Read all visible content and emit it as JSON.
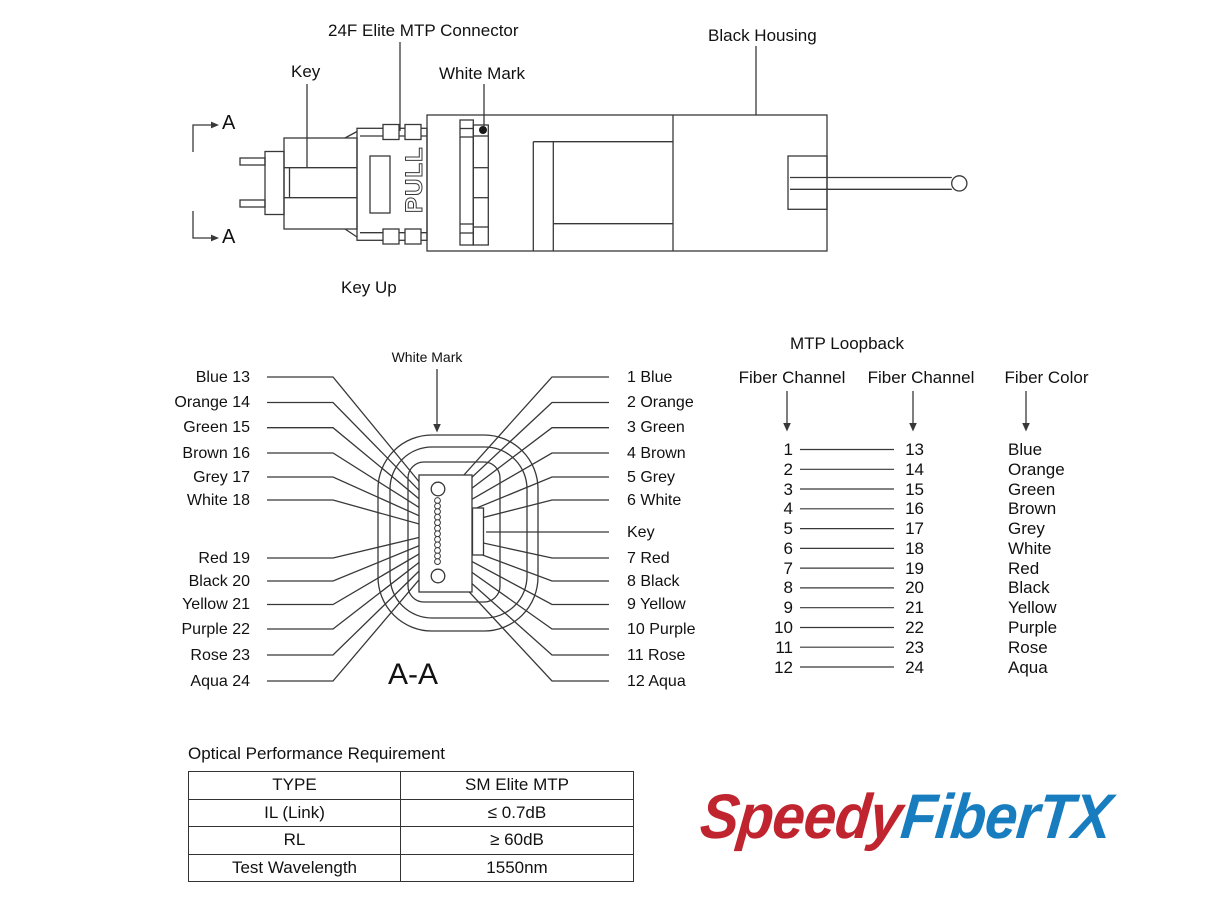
{
  "top_view": {
    "connector_label": "24F Elite MTP Connector",
    "key_label": "Key",
    "white_mark_label": "White Mark",
    "black_housing_label": "Black Housing",
    "key_up_label": "Key Up",
    "pull_text": "PULL",
    "section_marker_top": "A",
    "section_marker_bottom": "A"
  },
  "cross_section": {
    "white_mark_label": "White Mark",
    "section_title": "A-A",
    "key_label": "Key",
    "left_labels": [
      "Blue 13",
      "Orange 14",
      "Green 15",
      "Brown 16",
      "Grey 17",
      "White 18",
      "Red 19",
      "Black 20",
      "Yellow 21",
      "Purple 22",
      "Rose 23",
      "Aqua 24"
    ],
    "right_labels": [
      "1 Blue",
      "2 Orange",
      "3 Green",
      "4 Brown",
      "5 Grey",
      "6 White",
      "7 Red",
      "8 Black",
      "9 Yellow",
      "10 Purple",
      "11 Rose",
      "12 Aqua"
    ]
  },
  "loopback_table": {
    "title": "MTP Loopback",
    "col1_header": "Fiber Channel",
    "col2_header": "Fiber Channel",
    "col3_header": "Fiber Color",
    "rows": [
      {
        "ch_a": "1",
        "ch_b": "13",
        "color": "Blue"
      },
      {
        "ch_a": "2",
        "ch_b": "14",
        "color": "Orange"
      },
      {
        "ch_a": "3",
        "ch_b": "15",
        "color": "Green"
      },
      {
        "ch_a": "4",
        "ch_b": "16",
        "color": "Brown"
      },
      {
        "ch_a": "5",
        "ch_b": "17",
        "color": "Grey"
      },
      {
        "ch_a": "6",
        "ch_b": "18",
        "color": "White"
      },
      {
        "ch_a": "7",
        "ch_b": "19",
        "color": "Red"
      },
      {
        "ch_a": "8",
        "ch_b": "20",
        "color": "Black"
      },
      {
        "ch_a": "9",
        "ch_b": "21",
        "color": "Yellow"
      },
      {
        "ch_a": "10",
        "ch_b": "22",
        "color": "Purple"
      },
      {
        "ch_a": "11",
        "ch_b": "23",
        "color": "Rose"
      },
      {
        "ch_a": "12",
        "ch_b": "24",
        "color": "Aqua"
      }
    ]
  },
  "performance_table": {
    "title": "Optical Performance Requirement",
    "rows": [
      {
        "param": "TYPE",
        "value": "SM Elite MTP"
      },
      {
        "param": "IL (Link)",
        "value": "≤ 0.7dB"
      },
      {
        "param": "RL",
        "value": "≥ 60dB"
      },
      {
        "param": "Test Wavelength",
        "value": "1550nm"
      }
    ]
  },
  "logo": {
    "part1": "Speedy",
    "part2": "FiberTX",
    "red": "#c0242f",
    "blue": "#187dbf"
  }
}
